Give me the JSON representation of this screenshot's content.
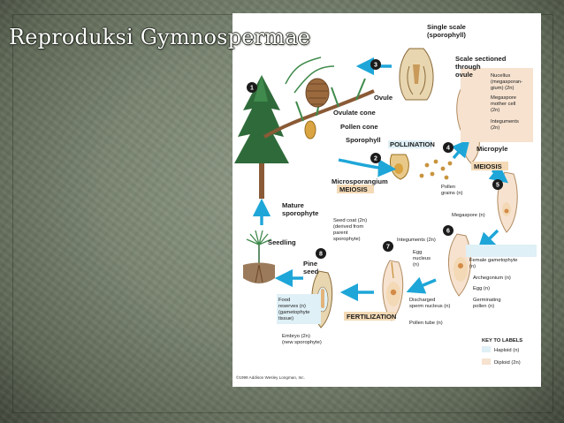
{
  "slide": {
    "title": "Reproduksi Gymnospermae"
  },
  "figure": {
    "labels": {
      "single_scale": "Single scale",
      "sporophyll_paren": "(sporophyll)",
      "scale_sectioned": "Scale sectioned",
      "through": "through",
      "ovule_top": "ovule",
      "nucellus": "Nucellus",
      "megasporangium": "(megasporan-",
      "megasporangium2": "gium) (2n)",
      "megaspore_mother": "Megaspore",
      "mother_cell": "mother cell",
      "mother_ploidy": "(2n)",
      "integuments_top": "Integuments",
      "integuments_top_ploidy": "(2n)",
      "ovule": "Ovule",
      "ovulate_cone": "Ovulate cone",
      "pollen_cone": "Pollen cone",
      "sporophyll": "Sporophyll",
      "pollination": "POLLINATION",
      "micropyle": "Micropyle",
      "microsporangium": "Microsporangium",
      "meiosis_left": "MEIOSIS",
      "pollen_grains": "Pollen",
      "pollen_grains2": "grains (n)",
      "meiosis_right": "MEIOSIS",
      "mature": "Mature",
      "sporophyte": "sporophyte",
      "megaspore": "Megaspore (n)",
      "seed_coat": "Seed coat (2n)",
      "derived_from": "(derived from",
      "parent": "parent",
      "parent_sporophyte": "sporophyte)",
      "seedling": "Seedling",
      "integuments_mid": "Integuments (2n)",
      "egg_nucleus": "Egg",
      "egg_nucleus2": "nucleus",
      "egg_nucleus3": "(n)",
      "female_gametophyte": "Female gametophyte",
      "female_gametophyte2": "(n)",
      "pine": "Pine",
      "seed": "seed",
      "archegonium": "Archegonium (n)",
      "egg": "Egg (n)",
      "food_reserves": "Food",
      "food_reserves2": "reserves (n)",
      "food_reserves3": "(gametophyte",
      "food_reserves4": "tissue)",
      "discharged": "Discharged",
      "sperm_nucleus": "sperm nucleus (n)",
      "germinating": "Germinating",
      "germinating2": "pollen (n)",
      "fertilization": "FERTILIZATION",
      "pollen_tube": "Pollen tube (n)",
      "embryo": "Embryo (2n)",
      "new_sporophyte": "(new sporophyte)",
      "key_to_labels": "KEY TO LABELS",
      "haploid": "Haploid (n)",
      "diploid": "Diploid (2n)",
      "copyright": "©1999 Addison Wesley Longman, Inc."
    },
    "steps": [
      "1",
      "2",
      "3",
      "4",
      "5",
      "6",
      "7",
      "8"
    ],
    "colors": {
      "arrow": "#1ea6d8",
      "haploid": "#dff0f6",
      "diploid": "#f6e2cf",
      "highlight": "#f3d9b5",
      "tree": "#2f6b3a",
      "trunk": "#8a5a36"
    }
  }
}
